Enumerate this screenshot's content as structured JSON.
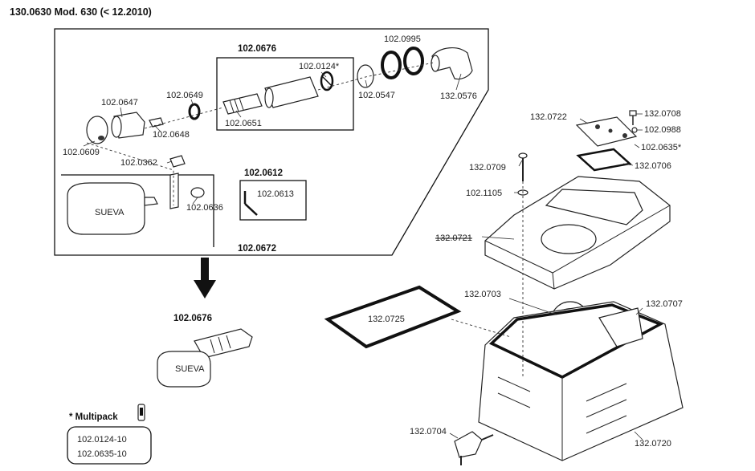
{
  "title": "130.0630 Mod. 630 (< 12.2010)",
  "brand_label": "SUEVA",
  "multipack": {
    "label": "* Multipack",
    "items": [
      "102.0124-10",
      "102.0635-10"
    ]
  },
  "group_labels": {
    "g0676": "102.0676",
    "g0612": "102.0612",
    "g0672": "102.0672",
    "g0676b": "102.0676"
  },
  "parts": {
    "p0124": "102.0124*",
    "p0995": "102.0995",
    "p0547": "102.0547",
    "p0576": "132.0576",
    "p0647": "102.0647",
    "p0649": "102.0649",
    "p0651": "102.0651",
    "p0648": "102.0648",
    "p0609": "102.0609",
    "p0362": "102.0362",
    "p0613": "102.0613",
    "p0636": "102.0636",
    "p0722": "132.0722",
    "p0708": "132.0708",
    "p0988": "102.0988",
    "p0635": "102.0635*",
    "p0709": "132.0709",
    "p0706": "132.0706",
    "p1105": "102.1105",
    "p0721": "132.0721",
    "p0703": "132.0703",
    "p0707": "132.0707",
    "p0725": "132.0725",
    "p0704": "132.0704",
    "p0720": "132.0720"
  }
}
